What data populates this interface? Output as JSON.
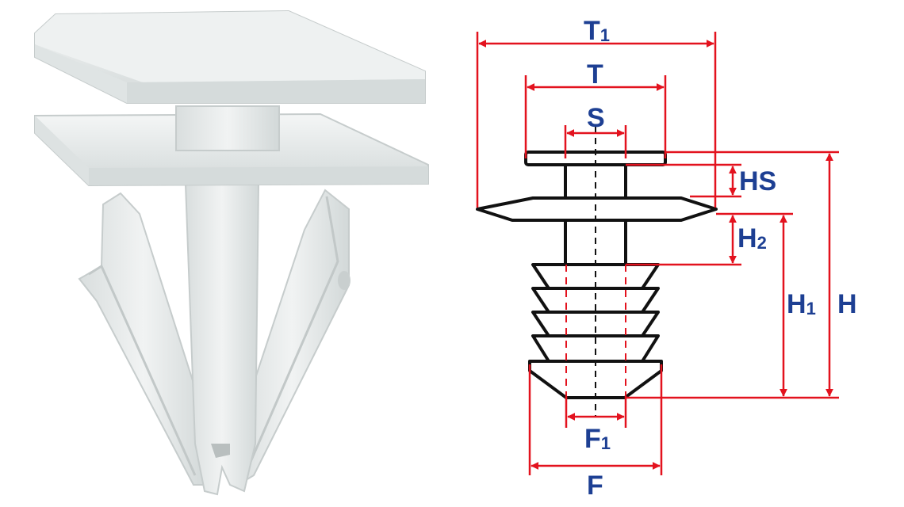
{
  "diagram": {
    "labels": {
      "T1": {
        "main": "T",
        "sub": "1"
      },
      "T": {
        "main": "T",
        "sub": ""
      },
      "S": {
        "main": "S",
        "sub": ""
      },
      "HS": {
        "main": "HS",
        "sub": ""
      },
      "H2": {
        "main": "H",
        "sub": "2"
      },
      "H1": {
        "main": "H",
        "sub": "1"
      },
      "H": {
        "main": "H",
        "sub": ""
      },
      "F1": {
        "main": "F",
        "sub": "1"
      },
      "F": {
        "main": "F",
        "sub": ""
      }
    },
    "colors": {
      "dimension": "#e3121e",
      "label": "#1d3f93",
      "outline": "#111111",
      "part": "#e9ecec"
    },
    "icons": {
      "photo": "trim-panel-clip-photo",
      "drawing": "clip-profile-drawing"
    }
  }
}
